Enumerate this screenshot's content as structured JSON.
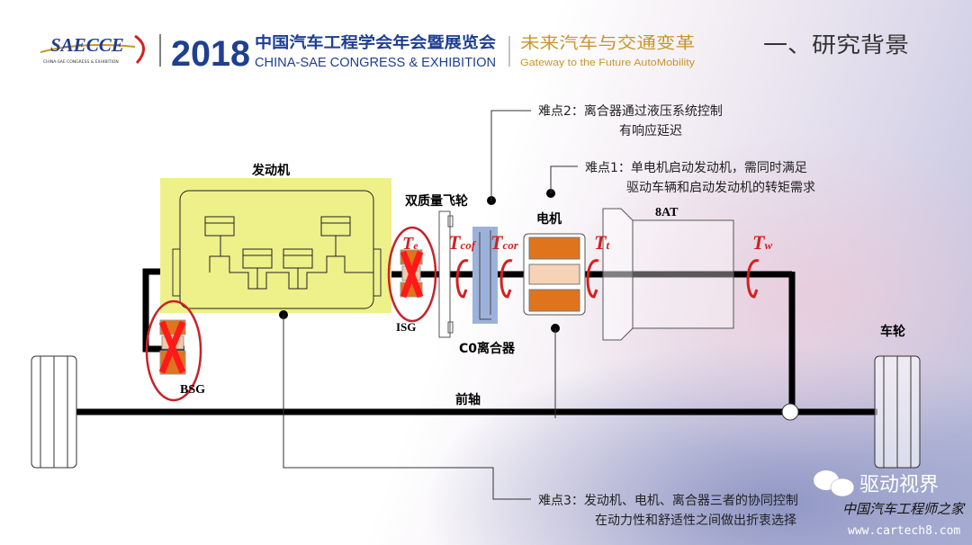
{
  "header": {
    "logo": "SAECCE",
    "logo_sub": "CHINA-SAE CONGRESS & EXHIBITION",
    "year": "2018",
    "title_cn": "中国汽车工程学会年会暨展览会",
    "title_en": "CHINA-SAE CONGRESS & EXHIBITION",
    "slogan_cn": "未来汽车与交通变革",
    "slogan_en": "Gateway to the Future AutoMobility",
    "section_title": "一、研究背景"
  },
  "diagram": {
    "engine": "发动机",
    "dmf": "双质量飞轮",
    "motor": "电机",
    "transmission": "8AT",
    "clutch": "C0离合器",
    "isg": "ISG",
    "bsg": "BSG",
    "front_axle": "前轴",
    "wheel": "车轮",
    "torques": {
      "te": "T",
      "te_sub": "e",
      "tcof": "T",
      "tcof_sub": "cof",
      "tcor": "T",
      "tcor_sub": "cor",
      "tt": "T",
      "tt_sub": "t",
      "tw": "T",
      "tw_sub": "w"
    }
  },
  "callouts": [
    {
      "label": "难点1：",
      "line1": "单电机启动发动机，需同时满足",
      "line2": "驱动车辆和启动发动机的转矩需求"
    },
    {
      "label": "难点2：",
      "line1": "离合器通过液压系统控制",
      "line2": "有响应延迟"
    },
    {
      "label": "难点3：",
      "line1": "发动机、电机、离合器三者的协同控制",
      "line2": "在动力性和舒适性之间做出折衷选择"
    }
  ],
  "watermark": {
    "channel": "驱动视界",
    "site_cn": "中国汽车工程师之家",
    "site_url": "www.cartech8.com"
  },
  "colors": {
    "engine_fill": "#eef08a",
    "motor": "#e0741c",
    "clutch": "#9db2da",
    "red": "#d42020",
    "blue": "#1f3f8f",
    "gold": "#c9952b"
  }
}
